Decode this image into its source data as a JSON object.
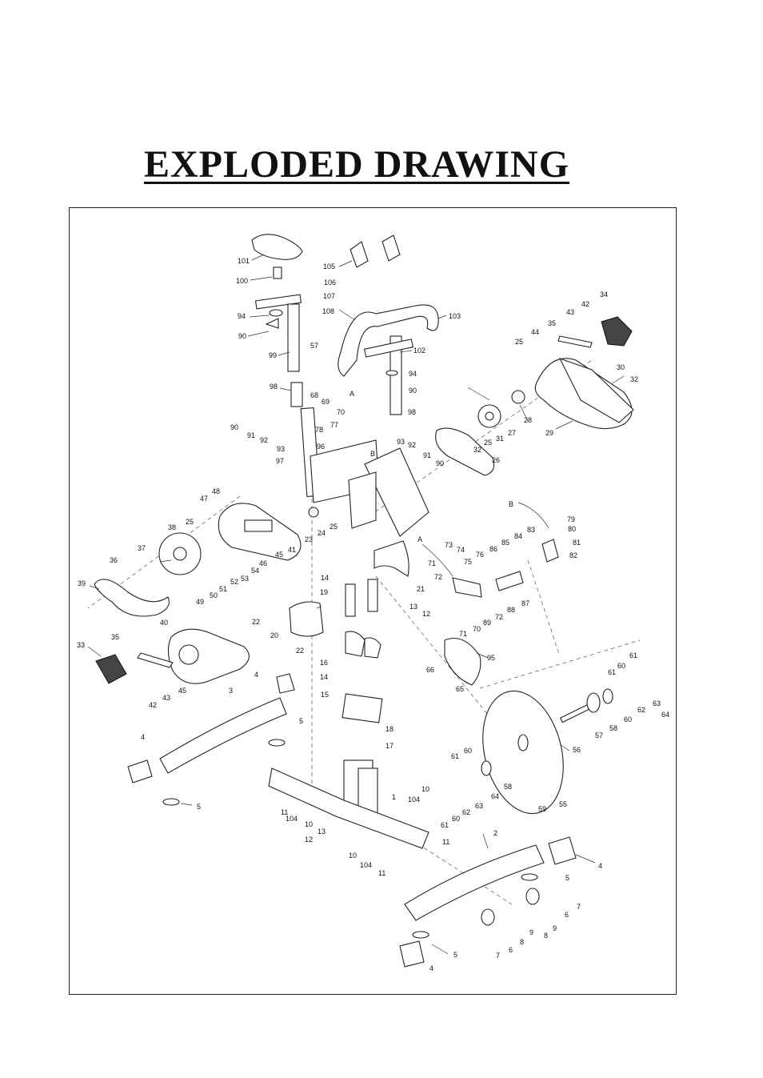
{
  "title": "EXPLODED DRAWING",
  "callouts": [
    {
      "id": "c101",
      "text": "101"
    },
    {
      "id": "c100",
      "text": "100"
    },
    {
      "id": "c94a",
      "text": "94"
    },
    {
      "id": "c90a",
      "text": "90"
    },
    {
      "id": "c99",
      "text": "99"
    },
    {
      "id": "c98a",
      "text": "98"
    },
    {
      "id": "c105",
      "text": "105"
    },
    {
      "id": "c106",
      "text": "106"
    },
    {
      "id": "c107",
      "text": "107"
    },
    {
      "id": "c108",
      "text": "108"
    },
    {
      "id": "c103",
      "text": "103"
    },
    {
      "id": "c102",
      "text": "102"
    },
    {
      "id": "c94b",
      "text": "94"
    },
    {
      "id": "c90b",
      "text": "90"
    },
    {
      "id": "c57a",
      "text": "57"
    },
    {
      "id": "c68",
      "text": "68"
    },
    {
      "id": "c69",
      "text": "69"
    },
    {
      "id": "cA1",
      "text": "A"
    },
    {
      "id": "c70",
      "text": "70"
    },
    {
      "id": "c98b",
      "text": "98"
    },
    {
      "id": "c34",
      "text": "34"
    },
    {
      "id": "c42a",
      "text": "42"
    },
    {
      "id": "c43a",
      "text": "43"
    },
    {
      "id": "c35a",
      "text": "35"
    },
    {
      "id": "c44",
      "text": "44"
    },
    {
      "id": "c25a",
      "text": "25"
    },
    {
      "id": "c30",
      "text": "30"
    },
    {
      "id": "c32a",
      "text": "32"
    },
    {
      "id": "c28",
      "text": "28"
    },
    {
      "id": "c27",
      "text": "27"
    },
    {
      "id": "c31",
      "text": "31"
    },
    {
      "id": "c29",
      "text": "29"
    },
    {
      "id": "c25b",
      "text": "25"
    },
    {
      "id": "c32b",
      "text": "32"
    },
    {
      "id": "c26",
      "text": "26"
    },
    {
      "id": "c90c",
      "text": "90"
    },
    {
      "id": "c91a",
      "text": "91"
    },
    {
      "id": "c92a",
      "text": "92"
    },
    {
      "id": "c93a",
      "text": "93"
    },
    {
      "id": "c97",
      "text": "97"
    },
    {
      "id": "c78",
      "text": "78"
    },
    {
      "id": "c77",
      "text": "77"
    },
    {
      "id": "c96",
      "text": "96"
    },
    {
      "id": "cB1",
      "text": "B"
    },
    {
      "id": "c93b",
      "text": "93"
    },
    {
      "id": "c92b",
      "text": "92"
    },
    {
      "id": "c91b",
      "text": "91"
    },
    {
      "id": "c90d",
      "text": "90"
    },
    {
      "id": "c48",
      "text": "48"
    },
    {
      "id": "c47",
      "text": "47"
    },
    {
      "id": "c25c",
      "text": "25"
    },
    {
      "id": "c38",
      "text": "38"
    },
    {
      "id": "c37",
      "text": "37"
    },
    {
      "id": "c23",
      "text": "23"
    },
    {
      "id": "c24",
      "text": "24"
    },
    {
      "id": "c25d",
      "text": "25"
    },
    {
      "id": "c45a",
      "text": "45"
    },
    {
      "id": "c41",
      "text": "41"
    },
    {
      "id": "c46",
      "text": "46"
    },
    {
      "id": "c54",
      "text": "54"
    },
    {
      "id": "c53",
      "text": "53"
    },
    {
      "id": "c52",
      "text": "52"
    },
    {
      "id": "c51",
      "text": "51"
    },
    {
      "id": "c50",
      "text": "50"
    },
    {
      "id": "c49",
      "text": "49"
    },
    {
      "id": "c36",
      "text": "36"
    },
    {
      "id": "c39",
      "text": "39"
    },
    {
      "id": "c40",
      "text": "40"
    },
    {
      "id": "c35b",
      "text": "35"
    },
    {
      "id": "c33",
      "text": "33"
    },
    {
      "id": "c45b",
      "text": "45"
    },
    {
      "id": "c43b",
      "text": "43"
    },
    {
      "id": "c42b",
      "text": "42"
    },
    {
      "id": "c22a",
      "text": "22"
    },
    {
      "id": "c20",
      "text": "20"
    },
    {
      "id": "c22b",
      "text": "22"
    },
    {
      "id": "c14a",
      "text": "14"
    },
    {
      "id": "c19",
      "text": "19"
    },
    {
      "id": "c21",
      "text": "21"
    },
    {
      "id": "c13a",
      "text": "13"
    },
    {
      "id": "c12a",
      "text": "12"
    },
    {
      "id": "c16",
      "text": "16"
    },
    {
      "id": "c14b",
      "text": "14"
    },
    {
      "id": "c15",
      "text": "15"
    },
    {
      "id": "c18",
      "text": "18"
    },
    {
      "id": "c17",
      "text": "17"
    },
    {
      "id": "cB2",
      "text": "B"
    },
    {
      "id": "c79",
      "text": "79"
    },
    {
      "id": "c80",
      "text": "80"
    },
    {
      "id": "c81",
      "text": "81"
    },
    {
      "id": "c82",
      "text": "82"
    },
    {
      "id": "cA2",
      "text": "A"
    },
    {
      "id": "c73",
      "text": "73"
    },
    {
      "id": "c74",
      "text": "74"
    },
    {
      "id": "c75",
      "text": "75"
    },
    {
      "id": "c76",
      "text": "76"
    },
    {
      "id": "c86",
      "text": "86"
    },
    {
      "id": "c85",
      "text": "85"
    },
    {
      "id": "c84",
      "text": "84"
    },
    {
      "id": "c83",
      "text": "83"
    },
    {
      "id": "c71a",
      "text": "71"
    },
    {
      "id": "c72a",
      "text": "72"
    },
    {
      "id": "c87",
      "text": "87"
    },
    {
      "id": "c88",
      "text": "88"
    },
    {
      "id": "c72b",
      "text": "72"
    },
    {
      "id": "c89",
      "text": "89"
    },
    {
      "id": "c70b",
      "text": "70"
    },
    {
      "id": "c71b",
      "text": "71"
    },
    {
      "id": "c95",
      "text": "95"
    },
    {
      "id": "c66",
      "text": "66"
    },
    {
      "id": "c65",
      "text": "65"
    },
    {
      "id": "c61a",
      "text": "61"
    },
    {
      "id": "c60a",
      "text": "60"
    },
    {
      "id": "c61b",
      "text": "61"
    },
    {
      "id": "c62a",
      "text": "62"
    },
    {
      "id": "c63a",
      "text": "63"
    },
    {
      "id": "c64a",
      "text": "64"
    },
    {
      "id": "c60b",
      "text": "60"
    },
    {
      "id": "c58a",
      "text": "58"
    },
    {
      "id": "c57b",
      "text": "57"
    },
    {
      "id": "c56",
      "text": "56"
    },
    {
      "id": "c4a",
      "text": "4"
    },
    {
      "id": "c3",
      "text": "3"
    },
    {
      "id": "c5a",
      "text": "5"
    },
    {
      "id": "c4b",
      "text": "4"
    },
    {
      "id": "c5b",
      "text": "5"
    },
    {
      "id": "c61c",
      "text": "61"
    },
    {
      "id": "c60c",
      "text": "60"
    },
    {
      "id": "c58b",
      "text": "58"
    },
    {
      "id": "c64b",
      "text": "64"
    },
    {
      "id": "c59",
      "text": "59"
    },
    {
      "id": "c55",
      "text": "55"
    },
    {
      "id": "c63b",
      "text": "63"
    },
    {
      "id": "c62b",
      "text": "62"
    },
    {
      "id": "c60d",
      "text": "60"
    },
    {
      "id": "c61d",
      "text": "61"
    },
    {
      "id": "c10a",
      "text": "10"
    },
    {
      "id": "c104a",
      "text": "104"
    },
    {
      "id": "c1",
      "text": "1"
    },
    {
      "id": "c11a",
      "text": "11"
    },
    {
      "id": "c104b",
      "text": "104"
    },
    {
      "id": "c10b",
      "text": "10"
    },
    {
      "id": "c13b",
      "text": "13"
    },
    {
      "id": "c12b",
      "text": "12"
    },
    {
      "id": "c10c",
      "text": "10"
    },
    {
      "id": "c104c",
      "text": "104"
    },
    {
      "id": "c11b",
      "text": "11"
    },
    {
      "id": "c11c",
      "text": "11"
    },
    {
      "id": "c2",
      "text": "2"
    },
    {
      "id": "c4c",
      "text": "4"
    },
    {
      "id": "c5c",
      "text": "5"
    },
    {
      "id": "c7a",
      "text": "7"
    },
    {
      "id": "c6a",
      "text": "6"
    },
    {
      "id": "c9a",
      "text": "9"
    },
    {
      "id": "c8a",
      "text": "8"
    },
    {
      "id": "c9b",
      "text": "9"
    },
    {
      "id": "c8b",
      "text": "8"
    },
    {
      "id": "c6b",
      "text": "6"
    },
    {
      "id": "c7b",
      "text": "7"
    },
    {
      "id": "c5d",
      "text": "5"
    },
    {
      "id": "c4d",
      "text": "4"
    }
  ]
}
